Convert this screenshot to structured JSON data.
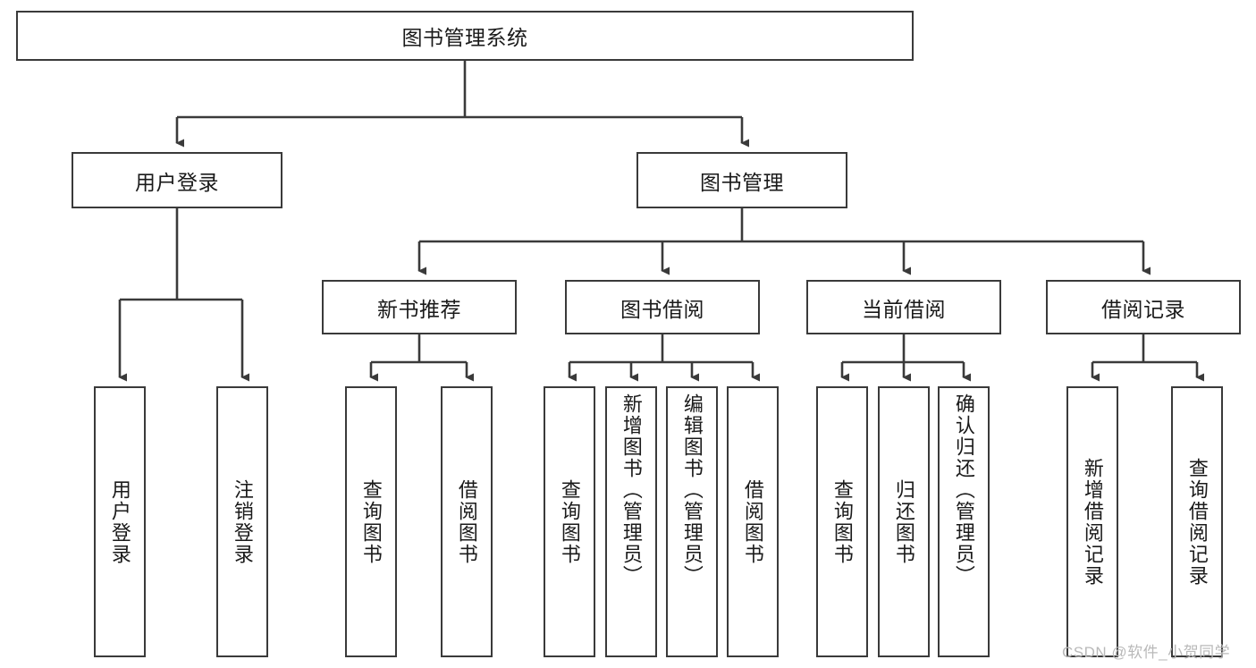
{
  "diagram": {
    "title": "图书管理系统",
    "type": "tree-hierarchy",
    "watermark": "CSDN @软件_小贺同学",
    "colors": {
      "box_border": "#3a3a3a",
      "box_fill": "#ffffff",
      "edge": "#3a3a3a",
      "text": "#1a1a1a",
      "watermark": "#b9b9b9",
      "background": "#ffffff"
    },
    "nodes": {
      "root": {
        "label": "图书管理系统"
      },
      "level2": [
        {
          "id": "user-login",
          "label": "用户登录"
        },
        {
          "id": "book-management",
          "label": "图书管理"
        }
      ],
      "level3": [
        {
          "id": "new-book-recommend",
          "label": "新书推荐"
        },
        {
          "id": "book-borrow",
          "label": "图书借阅"
        },
        {
          "id": "current-borrow",
          "label": "当前借阅"
        },
        {
          "id": "borrow-record",
          "label": "借阅记录"
        }
      ],
      "leaves": {
        "user_login": [
          {
            "id": "leaf-user-login",
            "label": "用户登录"
          },
          {
            "id": "leaf-logout-login",
            "label": "注销登录"
          }
        ],
        "new_book_recommend": [
          {
            "id": "leaf-query-book-1",
            "label": "查询图书"
          },
          {
            "id": "leaf-borrow-book-1",
            "label": "借阅图书"
          }
        ],
        "book_borrow": [
          {
            "id": "leaf-query-book-2",
            "label": "查询图书"
          },
          {
            "id": "leaf-add-book",
            "label": "新增图书（管理员）"
          },
          {
            "id": "leaf-edit-book",
            "label": "编辑图书（管理员）"
          },
          {
            "id": "leaf-borrow-book-2",
            "label": "借阅图书"
          }
        ],
        "current_borrow": [
          {
            "id": "leaf-query-book-3",
            "label": "查询图书"
          },
          {
            "id": "leaf-return-book",
            "label": "归还图书"
          },
          {
            "id": "leaf-confirm-return",
            "label": "确认归还（管理员）"
          }
        ],
        "borrow_record": [
          {
            "id": "leaf-add-record",
            "label": "新增借阅记录"
          },
          {
            "id": "leaf-query-record",
            "label": "查询借阅记录"
          }
        ]
      }
    }
  }
}
